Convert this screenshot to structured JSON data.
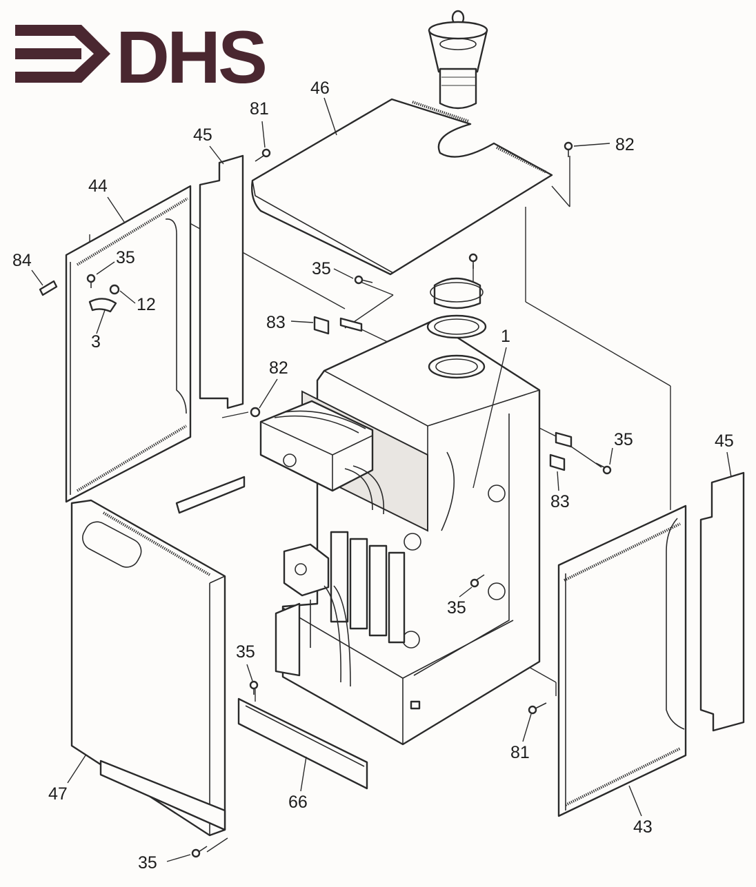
{
  "brand": {
    "logo_text": "DHS",
    "logo_color": "#4a2730"
  },
  "callouts": [
    {
      "id": "c46",
      "label": "46"
    },
    {
      "id": "c81a",
      "label": "81"
    },
    {
      "id": "c45a",
      "label": "45"
    },
    {
      "id": "c82a",
      "label": "82"
    },
    {
      "id": "c44",
      "label": "44"
    },
    {
      "id": "c84",
      "label": "84"
    },
    {
      "id": "c35a",
      "label": "35"
    },
    {
      "id": "c12",
      "label": "12"
    },
    {
      "id": "c3",
      "label": "3"
    },
    {
      "id": "c35b",
      "label": "35"
    },
    {
      "id": "c83a",
      "label": "83"
    },
    {
      "id": "c1",
      "label": "1"
    },
    {
      "id": "c82b",
      "label": "82"
    },
    {
      "id": "c35c",
      "label": "35"
    },
    {
      "id": "c83b",
      "label": "83"
    },
    {
      "id": "c45b",
      "label": "45"
    },
    {
      "id": "c35d",
      "label": "35"
    },
    {
      "id": "c35e",
      "label": "35"
    },
    {
      "id": "c81b",
      "label": "81"
    },
    {
      "id": "c47",
      "label": "47"
    },
    {
      "id": "c66",
      "label": "66"
    },
    {
      "id": "c43",
      "label": "43"
    },
    {
      "id": "c35f",
      "label": "35"
    }
  ]
}
